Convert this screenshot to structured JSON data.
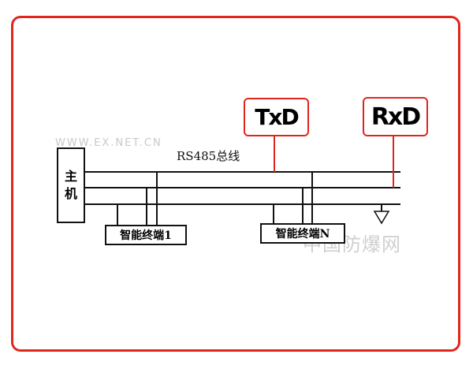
{
  "diagram": {
    "host_label": [
      "主",
      "机"
    ],
    "bus_label": "RS485总线",
    "terminals": [
      {
        "label": "智能终端1"
      },
      {
        "label": "智能终端N"
      }
    ],
    "callouts": [
      {
        "label": "TxD"
      },
      {
        "label": "RxD"
      }
    ],
    "watermarks": {
      "top": "WWW.EX.NET.CN",
      "bottom": "中国防爆网"
    },
    "colors": {
      "callout_border": "#e0261c",
      "frame_border": "#e0261c",
      "line": "#111111",
      "watermark": "#c9c9c9"
    }
  }
}
